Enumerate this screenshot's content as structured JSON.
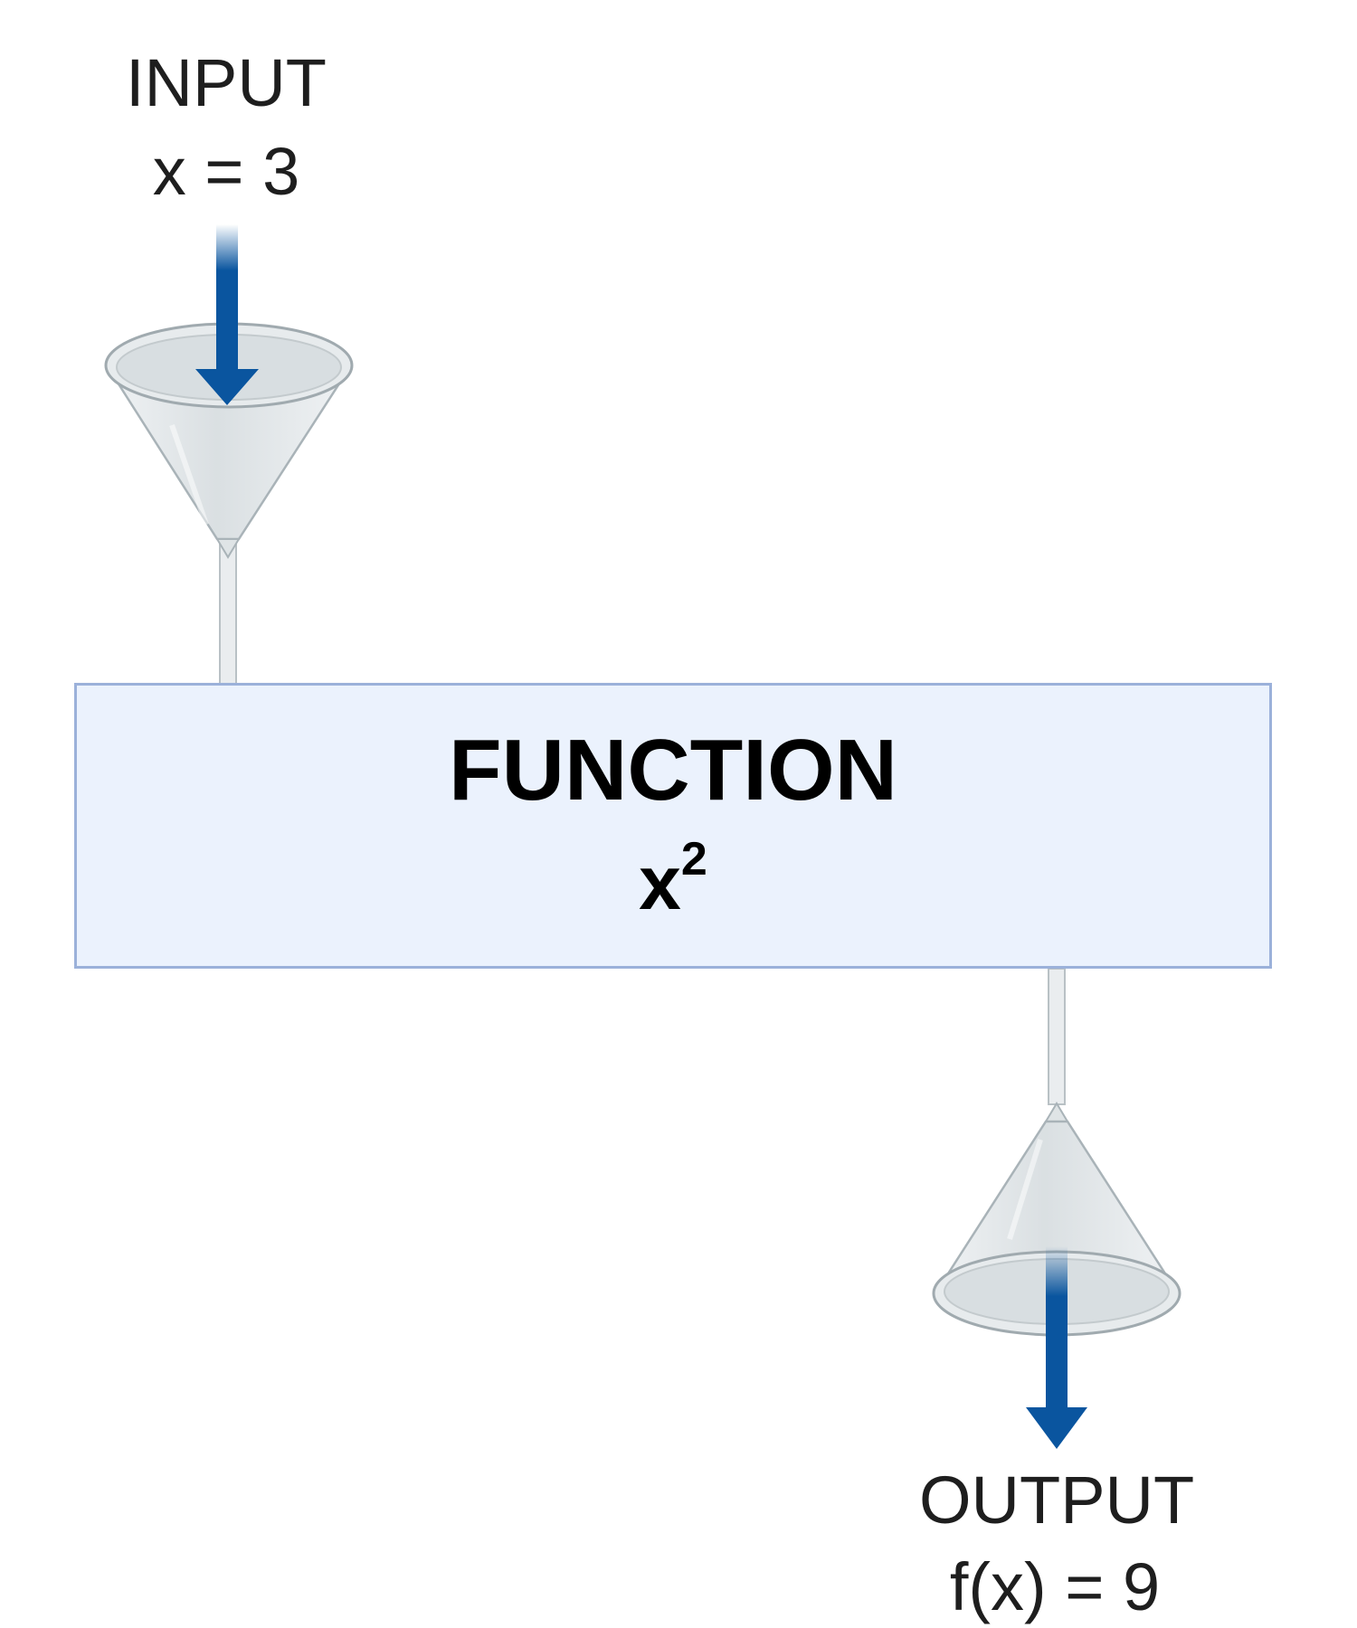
{
  "input": {
    "title": "INPUT",
    "value": "x = 3"
  },
  "function_block": {
    "title": "FUNCTION",
    "base": "x",
    "exponent": "2"
  },
  "output": {
    "title": "OUTPUT",
    "value": "f(x) = 9"
  },
  "colors": {
    "arrow": "#0a559f",
    "box_fill": "#ebf2fd",
    "box_border": "#9bb1da",
    "funnel_glass": "#dde2e5",
    "funnel_outline": "#a9b3b8"
  }
}
